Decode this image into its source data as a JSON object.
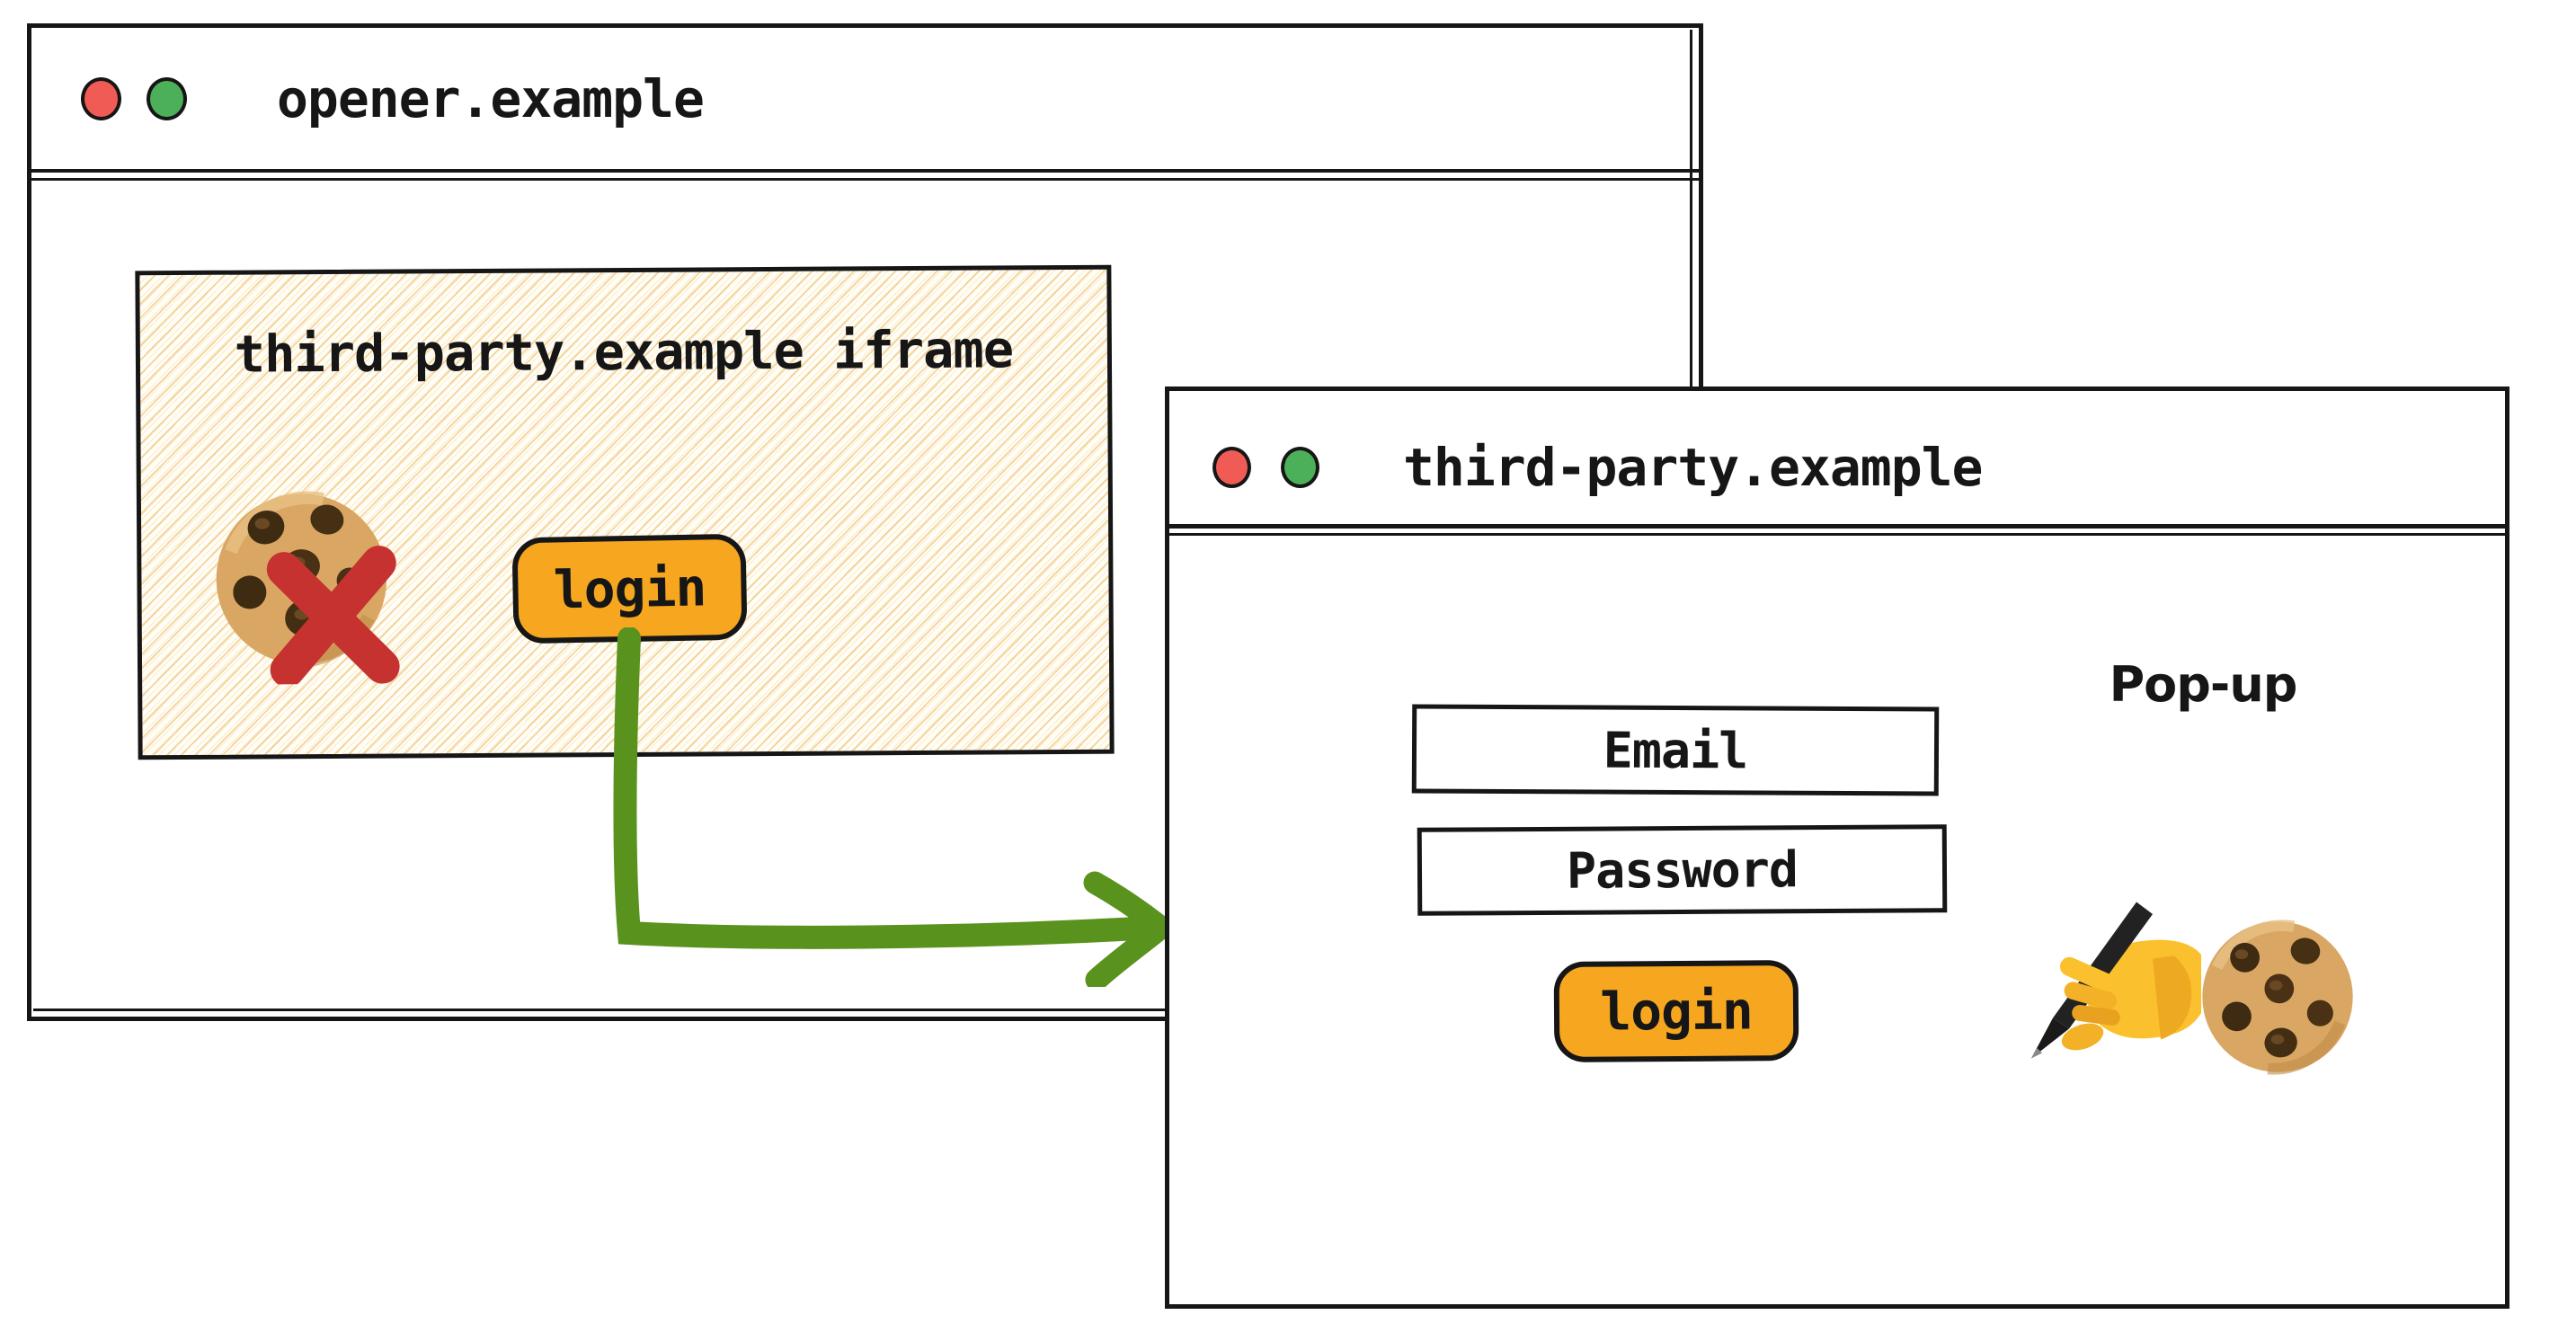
{
  "colors": {
    "ink": "#161616",
    "hatch_yellow": "#ecBA60",
    "button_orange": "#f7a71f",
    "arrow_green": "#5a921e",
    "cross_red": "#c53230",
    "traffic_red": "#f15b55",
    "traffic_green": "#4cb05a"
  },
  "opener_window": {
    "title": "opener.example",
    "traffic_light_icons": [
      "close-circle",
      "minimize-circle"
    ],
    "iframe": {
      "label": "third-party.example iframe",
      "blocked_cookie_icon": "cookie-blocked-icon",
      "login_button_label": "login"
    }
  },
  "popup_window": {
    "title": "third-party.example",
    "annotation": "Pop-up",
    "email_field_label": "Email",
    "password_field_label": "Password",
    "login_button_label": "login",
    "icons": [
      "writing-hand-icon",
      "cookie-icon"
    ]
  },
  "connector": {
    "description": "green arrow from iframe login button to pop-up window"
  }
}
